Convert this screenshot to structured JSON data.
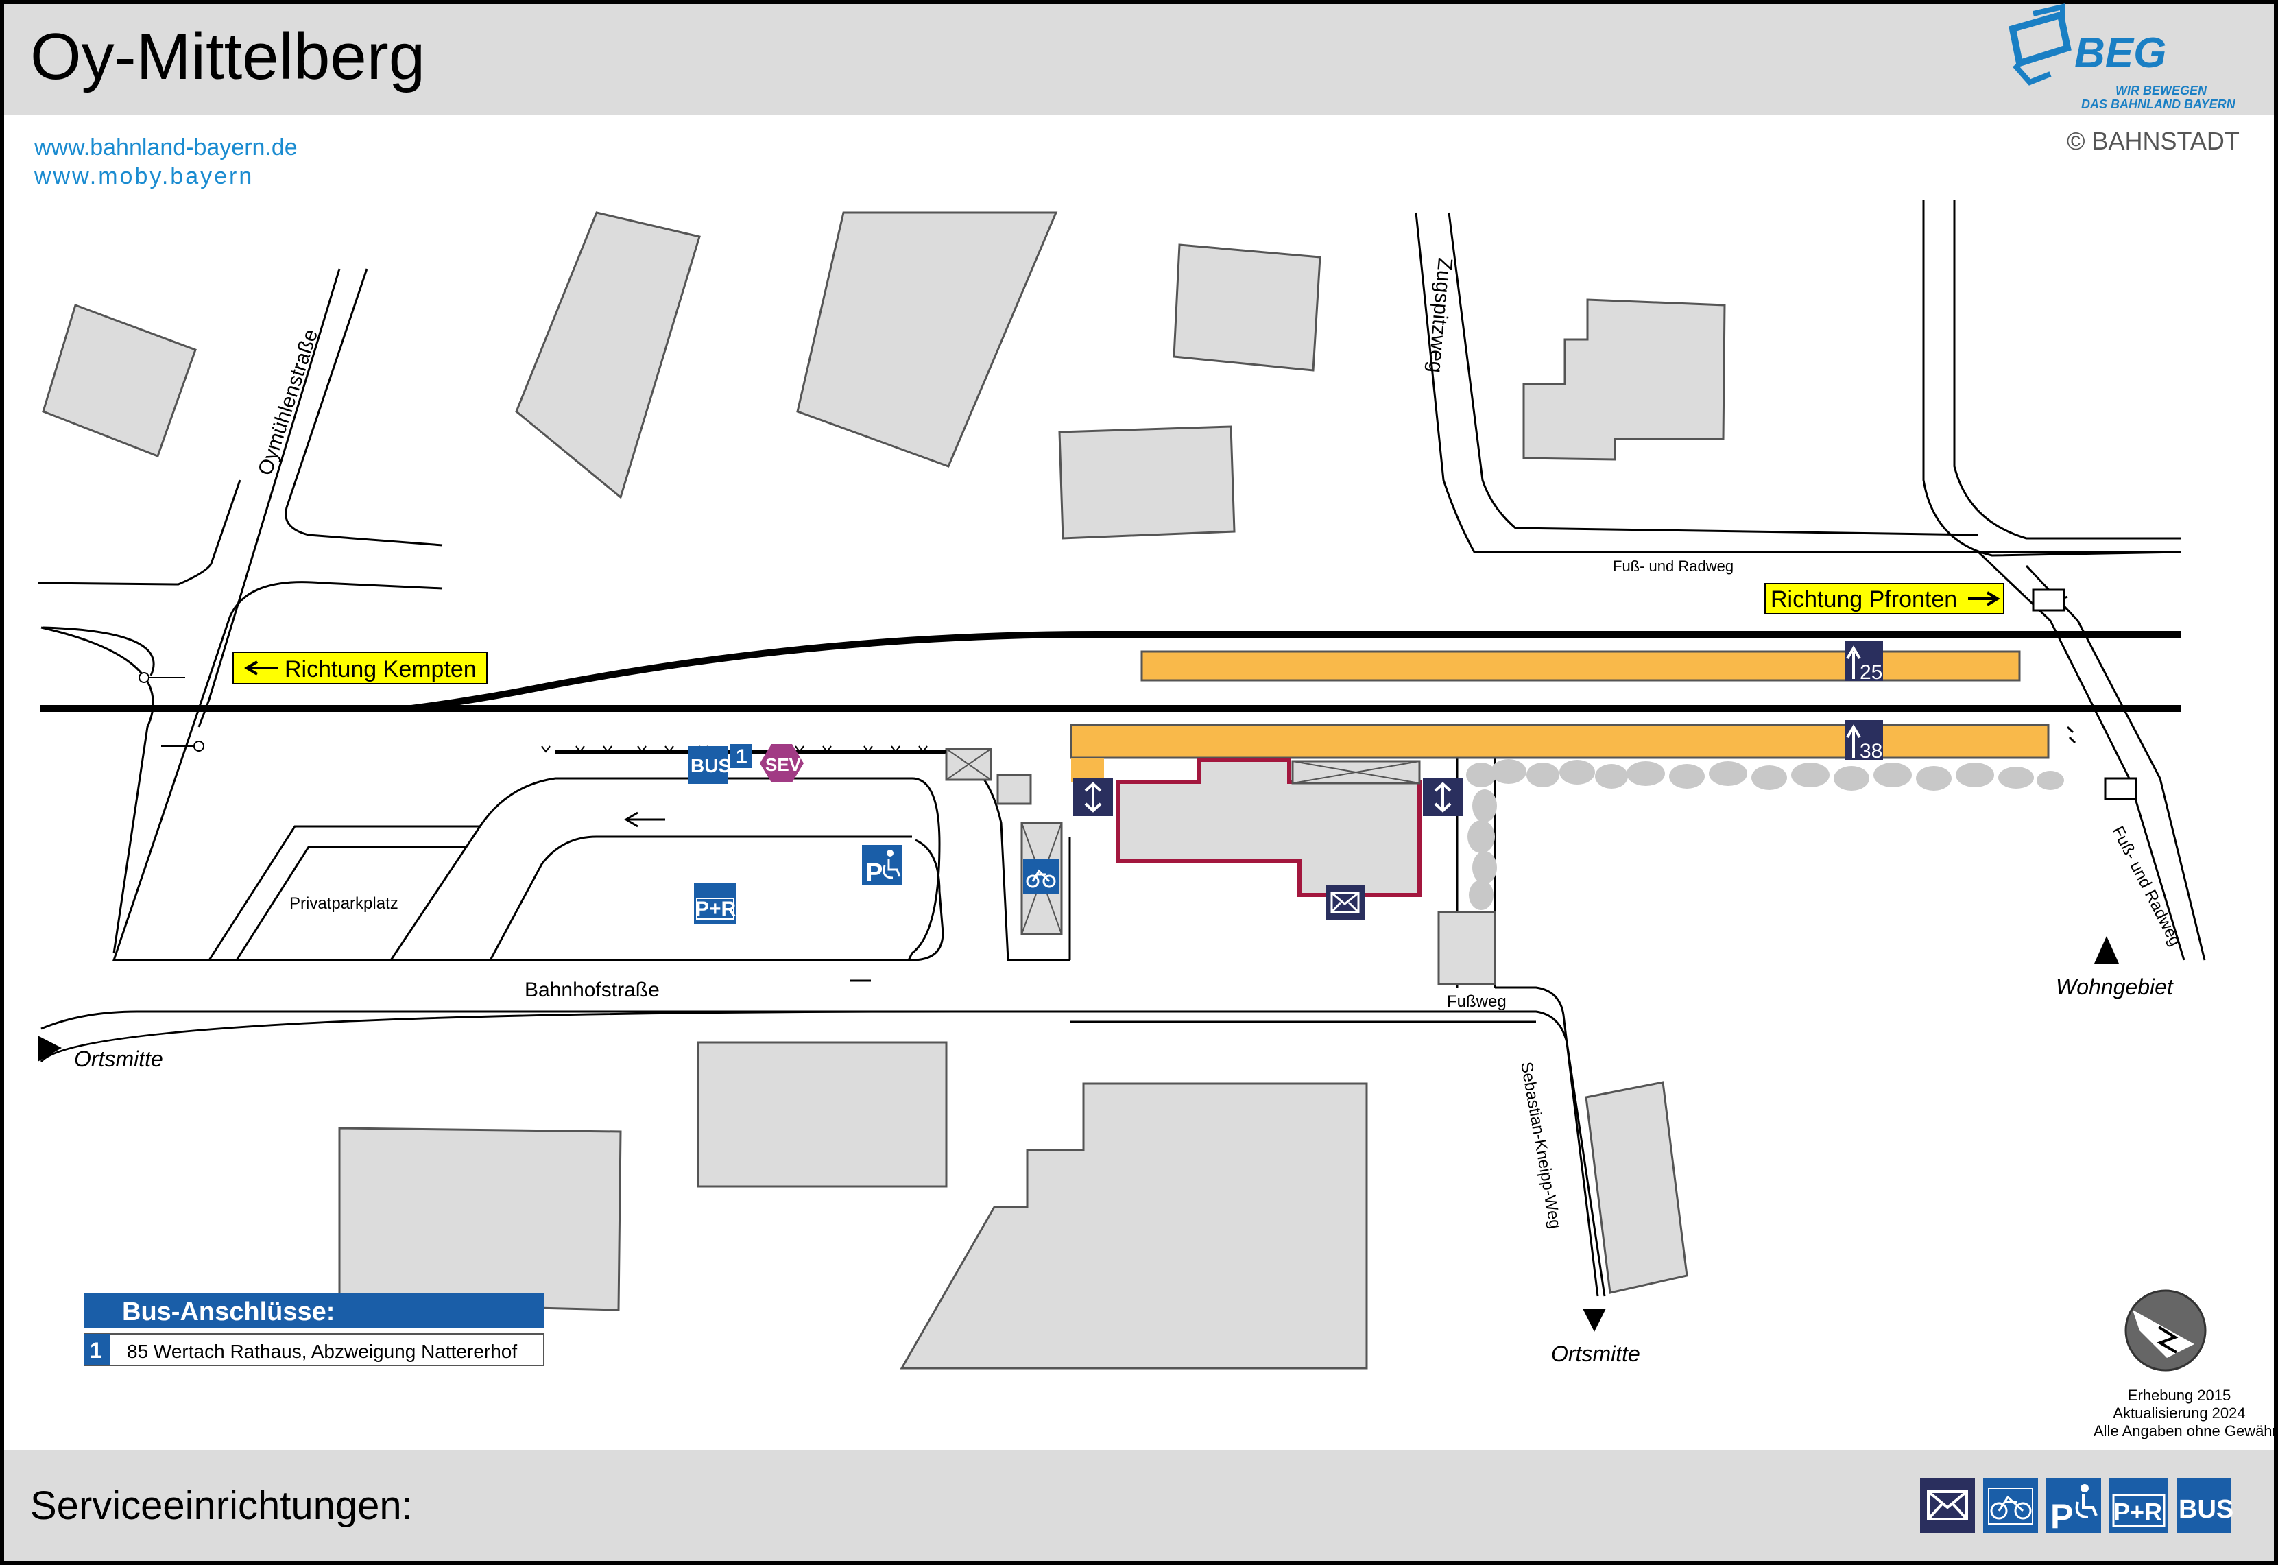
{
  "header": {
    "title": "Oy-Mittelberg",
    "logo_text": "BEG",
    "logo_tagline_1": "WIR BEWEGEN",
    "logo_tagline_2": "DAS BAHNLAND BAYERN",
    "copyright": "© BAHNSTADT",
    "links": [
      "www.bahnland-bayern.de",
      "www.moby.bayern"
    ]
  },
  "map": {
    "streets": {
      "oymuehlenstrasse": "Oymühlenstraße",
      "zugspitzweg": "Zugspitzweg",
      "fuss_radweg_top": "Fuß- und Radweg",
      "fuss_radweg_right": "Fuß- und Radweg",
      "bahnhofstrasse": "Bahnhofstraße",
      "privatparkplatz": "Privatparkplatz",
      "fussweg": "Fußweg",
      "sebastian_kneipp_weg": "Sebastian-Kneipp-Weg"
    },
    "directions": {
      "kempten": "Richtung Kempten",
      "pfronten": "Richtung Pfronten"
    },
    "destinations": {
      "ortsmitte_left": "Ortsmitte",
      "ortsmitte_bottom": "Ortsmitte",
      "wohngebiet": "Wohngebiet"
    },
    "tracks": [
      {
        "number": "25"
      },
      {
        "number": "38"
      }
    ],
    "bus_stop": {
      "label": "BUS",
      "number": "1",
      "sev": "SEV"
    },
    "parking": {
      "pr_label": "P+R",
      "p_label": "P"
    }
  },
  "bus_panel": {
    "title": "Bus-Anschlüsse:",
    "rows": [
      {
        "num": "1",
        "text": "85 Wertach Rathaus, Abzweigung Nattererhof"
      }
    ]
  },
  "footer": {
    "survey": "Erhebung 2015",
    "update": "Aktualisierung 2024",
    "disclaimer": "Alle Angaben ohne Gewähr!",
    "services_label": "Serviceeinrichtungen:",
    "service_icons": [
      "mail-icon",
      "bicycle-icon",
      "disabled-parking-icon",
      "park-and-ride-icon",
      "bus-icon"
    ],
    "pr_label": "P+R",
    "bus_label": "BUS"
  },
  "colors": {
    "platform": "#f9b94a",
    "building": "#dcdcdc",
    "station_outline": "#a3173e",
    "blue": "#1a5ea8",
    "navy": "#2a2f5e",
    "yellow": "#ffff00",
    "sev": "#a13b84"
  }
}
